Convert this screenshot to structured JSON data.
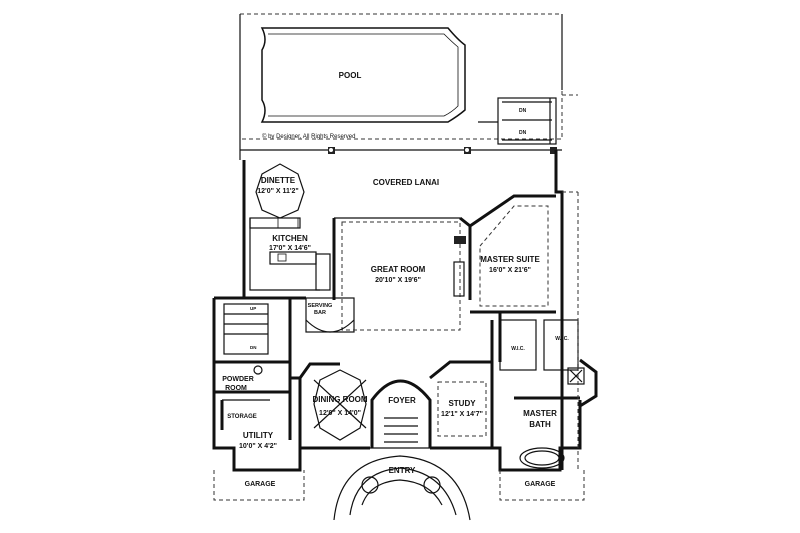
{
  "copyright": "© by Designer, All Rights Reserved",
  "rooms": {
    "pool": {
      "name": "POOL"
    },
    "covered_lanai": {
      "name": "COVERED LANAI"
    },
    "dinette": {
      "name": "DINETTE",
      "dims": "12'0\" X 11'2\""
    },
    "kitchen": {
      "name": "KITCHEN",
      "dims": "17'0\" X 14'6\""
    },
    "great_room": {
      "name": "GREAT ROOM",
      "dims": "20'10\" X 19'6\""
    },
    "master_suite": {
      "name": "MASTER SUITE",
      "dims": "16'0\" X 21'6\""
    },
    "serving_bar": {
      "name_line1": "SERVING",
      "name_line2": "BAR"
    },
    "powder_room": {
      "name_line1": "POWDER",
      "name_line2": "ROOM"
    },
    "storage": {
      "name": "STORAGE"
    },
    "utility": {
      "name": "UTILITY",
      "dims": "10'0\" X 4'2\""
    },
    "dining_room": {
      "name": "DINING ROOM",
      "dims": "12'0\" X 14'0\""
    },
    "foyer": {
      "name": "FOYER"
    },
    "study": {
      "name": "STUDY",
      "dims": "12'1\" X 14'7\""
    },
    "master_bath": {
      "name_line1": "MASTER",
      "name_line2": "BATH"
    },
    "wic_left": {
      "name": "W.I.C."
    },
    "wic_right": {
      "name": "W.I.C."
    },
    "entry": {
      "name": "ENTRY"
    },
    "garage_left": {
      "name": "GARAGE"
    },
    "garage_right": {
      "name": "GARAGE"
    }
  },
  "stairs": {
    "dn_top": "DN",
    "dn_bottom": "DN",
    "dn_left": "DN",
    "up_left": "UP"
  }
}
